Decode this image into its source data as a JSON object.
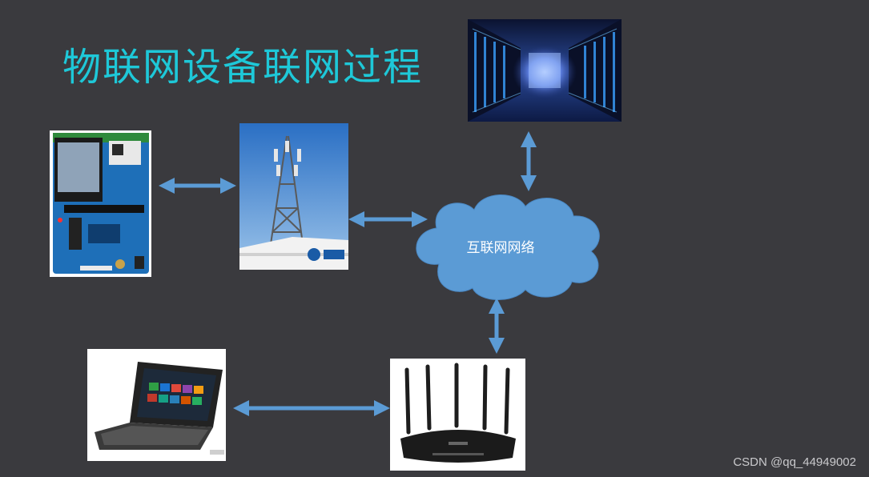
{
  "title": "物联网设备联网过程",
  "cloud_label": "互联网网络",
  "watermark": "CSDN @qq_44949002",
  "colors": {
    "background": "#3a3a3e",
    "title": "#1ec8d8",
    "arrow": "#5b9bd5",
    "cloud": "#5b9bd5"
  },
  "nodes": [
    {
      "name": "iot-dev-board",
      "icon": "circuit-board-photo"
    },
    {
      "name": "cell-tower",
      "icon": "cell-tower-photo"
    },
    {
      "name": "data-center",
      "icon": "server-room-photo"
    },
    {
      "name": "internet-cloud",
      "icon": "cloud-shape"
    },
    {
      "name": "wifi-router",
      "icon": "router-photo"
    },
    {
      "name": "tablet",
      "icon": "tablet-photo"
    }
  ]
}
